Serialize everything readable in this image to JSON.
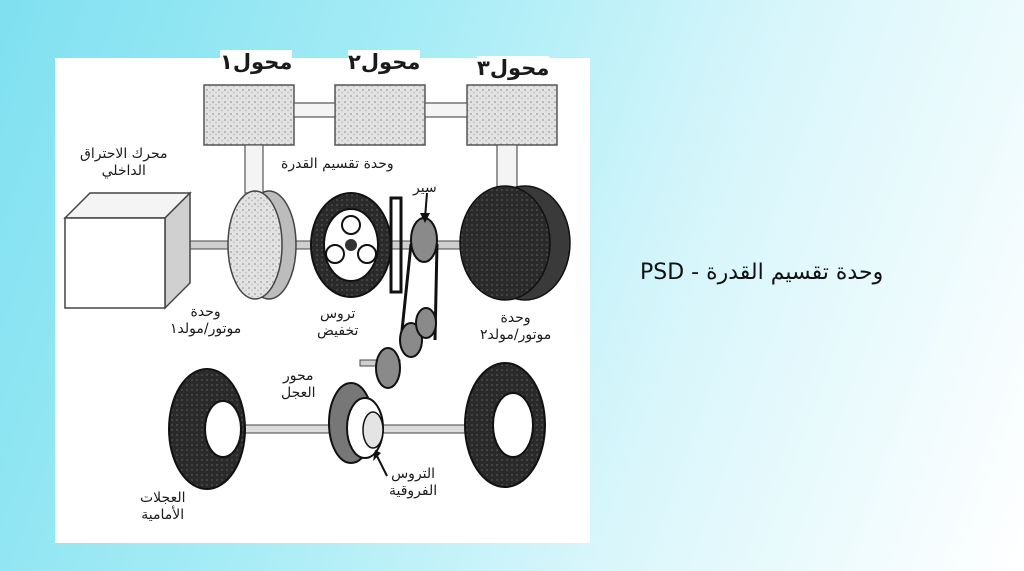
{
  "slide": {
    "title": "PSD - وحدة تقسيم القدرة"
  },
  "diagram": {
    "converters": [
      "محول١",
      "محول٢",
      "محول٣"
    ],
    "engine_label": "محرك الاحتراق\nالداخلي",
    "psd_label": "وحدة تقسيم القدرة",
    "chain_label": "سير",
    "mg1_label": "وحدة\nموتور/مولد١",
    "mg2_label": "وحدة\nموتور/مولد٢",
    "reduction_gears_label": "تروس\nتخفيض",
    "axle_label": "محور\nالعجل",
    "differential_label": "التروس\nالفروقية",
    "front_wheels_label": "العجلات\nالأمامية"
  },
  "colors": {
    "background_start": "#7fe0f0",
    "background_end": "#ffffff",
    "diagram_background": "#ffffff",
    "ink": "#1a1a1a"
  }
}
